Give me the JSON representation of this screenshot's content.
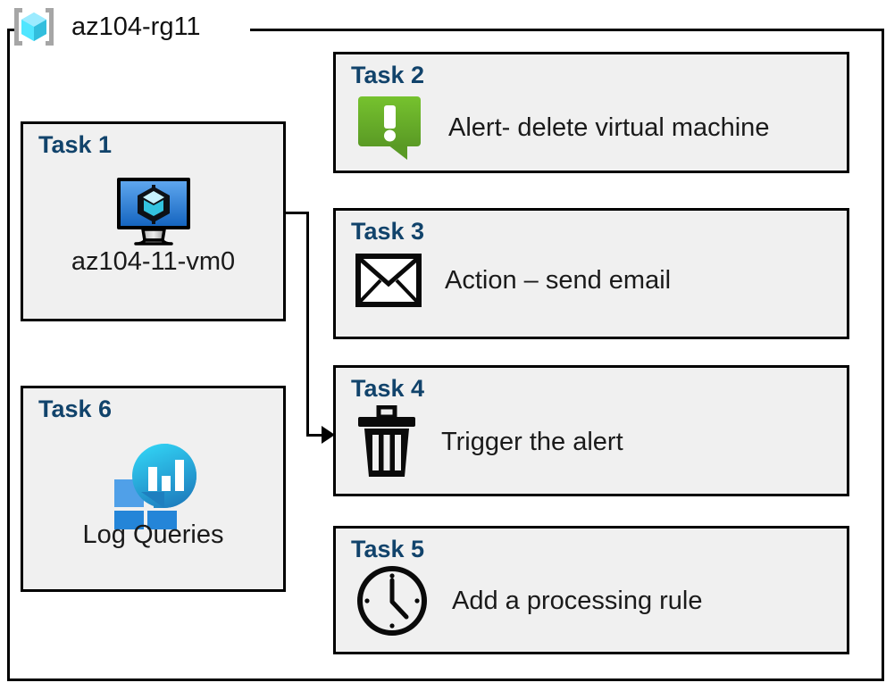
{
  "diagram": {
    "type": "azure-architecture-diagram",
    "resource_group": {
      "name": "az104-rg11",
      "icon": "azure-resource-group-icon"
    },
    "colors": {
      "task_label": "#11436B",
      "card_fill": "#F0F0F0",
      "card_border": "#000000",
      "alert_green": "#6CB92C",
      "vm_blue": "#2B7CD3",
      "log_analytics_teal": "#2ECCE4",
      "log_analytics_blue": "#2485D8",
      "page_background": "#FFFFFF"
    },
    "cards": [
      {
        "id": "task1",
        "title": "Task 1",
        "text": "az104-11-vm0",
        "icon": "virtual-machine-icon",
        "layout": "vertical"
      },
      {
        "id": "task2",
        "title": "Task 2",
        "text": "Alert- delete virtual machine",
        "icon": "alert-bubble-icon",
        "layout": "horizontal"
      },
      {
        "id": "task3",
        "title": "Task 3",
        "text": "Action – send email",
        "icon": "envelope-icon",
        "layout": "horizontal"
      },
      {
        "id": "task4",
        "title": "Task 4",
        "text": "Trigger the alert",
        "icon": "trash-can-icon",
        "layout": "horizontal"
      },
      {
        "id": "task5",
        "title": "Task 5",
        "text": "Add a processing rule",
        "icon": "clock-icon",
        "layout": "horizontal"
      },
      {
        "id": "task6",
        "title": "Task 6",
        "text": "Log Queries",
        "icon": "log-analytics-icon",
        "layout": "vertical"
      }
    ],
    "connectors": [
      {
        "from": "task1",
        "to": "task4",
        "style": "orthogonal-arrow"
      }
    ]
  }
}
